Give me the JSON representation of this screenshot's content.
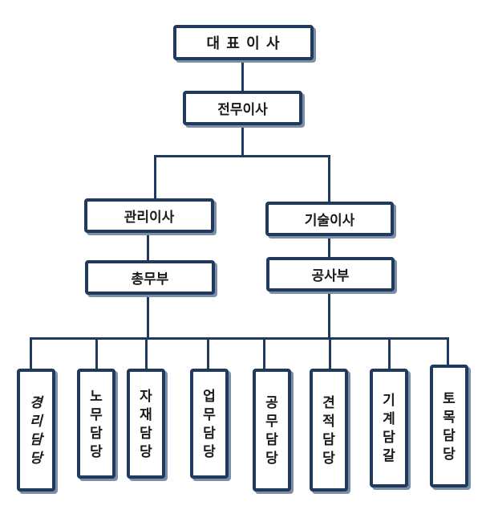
{
  "ceo": "대 표 이 사",
  "managing_director": "전무이사",
  "admin_director": "관리이사",
  "tech_director": "기술이사",
  "general_affairs": "총무부",
  "construction": "공사부",
  "departments": [
    "경리담당",
    "노무담당",
    "자재담당",
    "업무담당",
    "공무담당",
    "견적담당",
    "기계담갈",
    "토목담당"
  ],
  "colors": {
    "border": "#203a5e",
    "shadow": "#7d8fa6",
    "text": "#1a1a1a"
  }
}
